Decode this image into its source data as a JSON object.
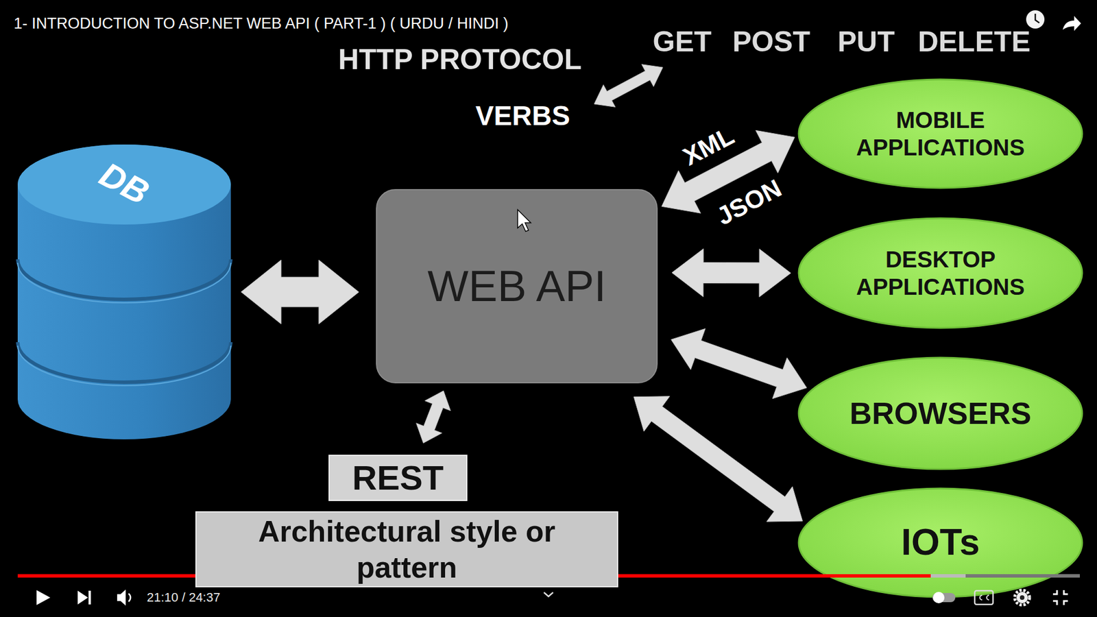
{
  "diagram": {
    "title": "1- INTRODUCTION TO ASP.NET WEB API ( PART-1 ) ( URDU / HINDI )",
    "nodes": [
      {
        "text": [
          "DB"
        ]
      },
      {
        "text": [
          "WEB API"
        ]
      },
      {
        "text": [
          "MOBILE APPLICATIONS"
        ]
      },
      {
        "text": [
          "DESKTOP APPLICATIONS"
        ]
      },
      {
        "text": [
          "BROWSERS"
        ]
      },
      {
        "text": [
          "IOTs"
        ]
      },
      {
        "text": [
          "REST"
        ]
      },
      {
        "text": [
          "Architectural style or pattern"
        ]
      }
    ],
    "edges": [
      {
        "from": 0,
        "to": 1,
        "arrow": "both"
      },
      {
        "from": 1,
        "to": 2,
        "label": "XML",
        "arrow": "both"
      },
      {
        "from": 1,
        "to": 3,
        "arrow": "both"
      },
      {
        "from": 1,
        "to": 4,
        "arrow": "both"
      },
      {
        "from": 1,
        "to": 5,
        "arrow": "both"
      },
      {
        "from": 1,
        "to": 6,
        "arrow": "both"
      }
    ],
    "labels": [
      "HTTP PROTOCOL",
      "GET",
      "POST",
      "PUT",
      "DELETE",
      "VERBS",
      "JSON",
      "21:10 / 24:37"
    ]
  }
}
